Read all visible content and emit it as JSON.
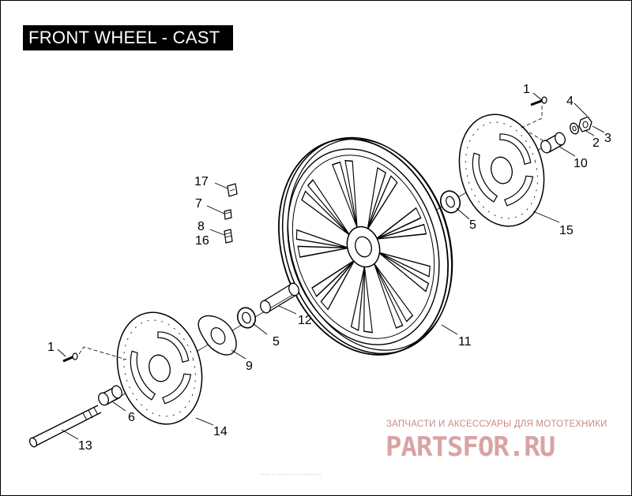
{
  "title": "FRONT WHEEL - CAST",
  "callouts": {
    "c1_top": "1",
    "c4": "4",
    "c2": "2",
    "c3": "3",
    "c10": "10",
    "c17": "17",
    "c7": "7",
    "c8": "8",
    "c16": "16",
    "c5_right": "5",
    "c15": "15",
    "c12": "12",
    "c5_left": "5",
    "c11": "11",
    "c9": "9",
    "c1_left": "1",
    "c6": "6",
    "c14": "14",
    "c13": "13"
  },
  "watermark": {
    "tagline": "ЗАПЧАСТИ И АКСЕССУАРЫ ДЛЯ МОТОТЕХНИКИ",
    "brand": "PARTSFOR.RU",
    "brand_color": "#d9a3a3"
  },
  "reference_code": "~~~ ~ ~~~~~ ~ ~~~~~~~"
}
